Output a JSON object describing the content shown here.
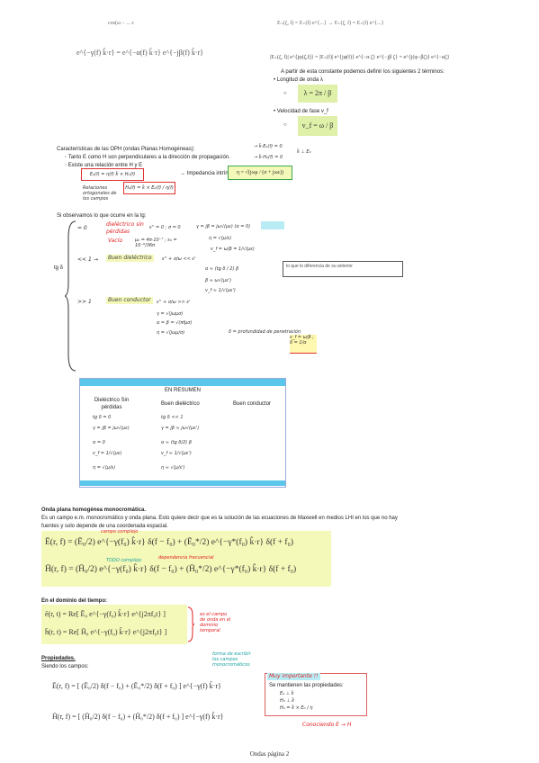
{
  "top": {
    "formula_left_top": "cos(ω − ...   ε",
    "formula_left": "e^{−γ(f) k̂·r} = e^{−α(f) k̂·r} e^{−jβ(f) k̂·r}",
    "formula_right_top": "E₊(ζ, f) = E₊(f) e^{...}   → E₊(ζ, f) = E₊(f) e^{...}",
    "formula_right": "|E₊(ζ, f)| e^{jφ(ζ,f)} = |E₊(f)| e^{jφ(f)} e^{−α ζ} e^{−jβ ζ} = e^{j(φ−βζ)} e^{−αζ}",
    "intro": "A partir de esta constante podemos definir los siguientes 2 términos:",
    "term1_label": "Longitud de onda λ",
    "term1_formula": "λ = 2π / β",
    "term2_label": "Velocidad de fase v_f",
    "term2_formula": "v_f = ω / β"
  },
  "oph": {
    "title": "Características de las OPH (ondas Planas Homogéneas):",
    "item1": "Tanto E como H son perpendiculares a la dirección de propagación.",
    "item2": "Existe una relación entre H y E",
    "impedance_label": "Impedancia intrínseca",
    "impedance_formula": "η = √(jωμ / (σ + jωε))",
    "note_right_a": "→ k̂·E₀(f) = 0",
    "note_right_b": "→ k̂·H₀(f) = 0",
    "note_right_c": "k̂ ⊥ E₀",
    "box1": "E₀(f) = η(f) k̂ × H₀(f)",
    "box2": "H₀(f) = k̂ × E₀(f) / η(f)",
    "box_note": "Relaciones ortogonales de los campos"
  },
  "tg": {
    "intro": "Si observamos lo que ocurre en la tg:",
    "symbol": "tg δ",
    "case0": "= 0",
    "case0_label": "dieléctrico sin pérdidas",
    "case0_vacuum": "Vacío",
    "case0_eq": "ε'' = 0 ;  σ = 0",
    "case0_gamma": "γ = jβ = jω√(με)   (α = 0)",
    "case0_eta": "η = √(μ/ε)",
    "case0_vf": "v_f = ω/β = 1/√(με)",
    "case0_mu": "μ₀ = 4π·10⁻⁷ ;  ε₀ = 10⁻⁹/36π",
    "case1": "<< 1",
    "case1_label": "Buen dieléctrico",
    "case1_eq": "ε'' + σ/ω << ε'",
    "case1_alpha": "α ≈ (tg δ / 2) β",
    "case1_beta": "β ≈ ω√(με')",
    "case1_vf": "v_f ≈ 1/√(με')",
    "case1_note": "lo que lo diferencia de su anterior",
    "case2": ">> 1",
    "case2_label": "Buen conductor",
    "case2_eq": "ε'' + σ/ω >> ε'",
    "case2_gamma": "γ = √(jωμσ)",
    "case2_alpha": "α = β = √(πfμσ)",
    "case2_eta": "η = √(jωμ/σ)",
    "case2_delta": "δ = profundidad de penetración",
    "case2_result": "v_f = ω/β ;  δ = 1/α"
  },
  "summary": {
    "title": "EN RESUMEN",
    "col1": "Dieléctrico Sin pérdidas",
    "col2": "Buen dieléctrico",
    "col3": "Buen conductor",
    "c1r1": "tg δ = 0",
    "c1r2": "γ = jβ = jω√(με)",
    "c1r3": "α = 0",
    "c1r4": "v_f = 1/√(με)",
    "c1r5": "η = √(μ/ε)",
    "c2r1": "tg δ << 1",
    "c2r2": "γ = jβ ≈ jω√(με')",
    "c2r3": "α ≈ (tg δ/2) β",
    "c2r4": "v_f ≈ 1/√(με')",
    "c2r5": "η ≈ √(μ/ε')"
  },
  "monochrome": {
    "title": "Onda plana homogénea monocromática.",
    "desc1": "Es un campo e.m. monocromático y onda plana. Esto quiere decir que es la solución de las ecuaciones de Maxwell en medios LHI en los que no hay",
    "desc2": "fuentes y solo depende de una coordenada espacial.",
    "eq1": "Ē(r, f) = (Ē₀/2) e^{−γ(f₀) k̂·r} δ(f − f₀) + (Ē₀*/2) e^{−γ*(f₀) k̂·r} δ(f + f₀)",
    "eq2": "H̄(r, f) = (H̄₀/2) e^{−γ(f₀) k̂·r} δ(f − f₀) + (H̄₀*/2) e^{−γ*(f₀) k̂·r} δ(f + f₀)",
    "ann1": "campo complejo",
    "ann2": "TODO complejo",
    "ann3": "dependencia frecuencial"
  },
  "time": {
    "title": "En el dominio del tiempo:",
    "eq1": "ē(r, t) = Re[ Ē₀ e^{−γ(f₀) k̂·r} e^{j2πf₀t} ]",
    "eq2": "h̄(r, t) = Re[ H̄₀ e^{−γ(f₀) k̂·r} e^{j2πf₀t} ]",
    "note": "es el campo de onda en el dominio temporal"
  },
  "props": {
    "title": "Propiedades.",
    "subtitle": "Siendo los campos:",
    "eq1": "Ē(r, f) = [ (Ē₀/2) δ(f − f₀) + (Ē₀*/2) δ(f + f₀) ] e^{−γ(f) k̂·r}",
    "eq2": "H̄(r, f) = [ (H̄₀/2) δ(f − f₀) + (H̄₀*/2) δ(f + f₀) ] e^{−γ(f) k̂·r}",
    "ann_green": "forma de escribir los campos monocromáticos",
    "important": "Muy importante !!",
    "keeps": "Se mantienen las propiedades:",
    "p1": "E₀ ⊥ k̂",
    "p2": "H₀ ⊥ k̂",
    "p3": "H₀ = k̂ × E₀ / η",
    "conclusion": "Conociendo E → H"
  },
  "footer": "Ondas página 2"
}
